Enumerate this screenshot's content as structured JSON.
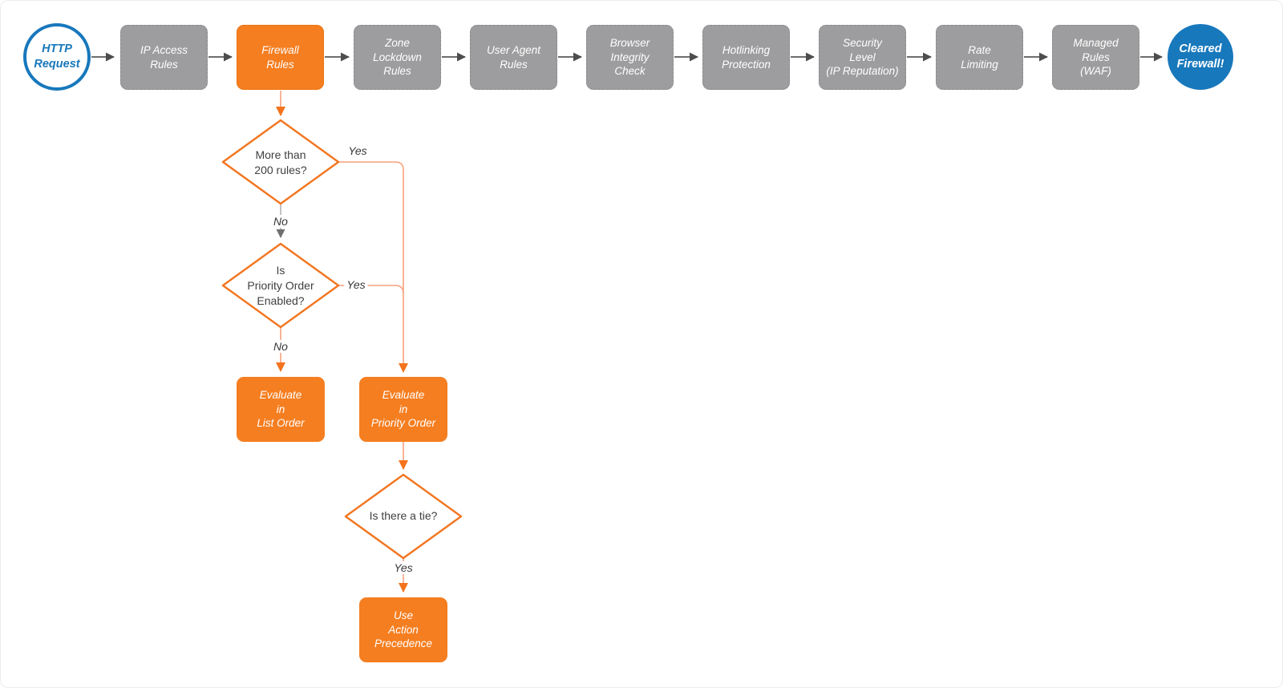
{
  "diagram": {
    "start": {
      "label": "HTTP\nRequest"
    },
    "end": {
      "label": "Cleared\nFirewall!"
    },
    "stages": [
      {
        "label": "IP Access\nRules"
      },
      {
        "label": "Firewall\nRules"
      },
      {
        "label": "Zone\nLockdown\nRules"
      },
      {
        "label": "User Agent\nRules"
      },
      {
        "label": "Browser\nIntegrity\nCheck"
      },
      {
        "label": "Hotlinking\nProtection"
      },
      {
        "label": "Security\nLevel\n(IP Reputation)"
      },
      {
        "label": "Rate\nLimiting"
      },
      {
        "label": "Managed\nRules\n(WAF)"
      }
    ],
    "decisions": [
      {
        "label": "More than\n200 rules?"
      },
      {
        "label": "Is\nPriority Order\nEnabled?"
      },
      {
        "label": "Is there a tie?"
      }
    ],
    "processes": [
      {
        "label": "Evaluate\nin\nList Order"
      },
      {
        "label": "Evaluate\nin\nPriority Order"
      },
      {
        "label": "Use\nAction\nPrecedence"
      }
    ],
    "edge_labels": {
      "d1_yes": "Yes",
      "d1_no": "No",
      "d2_yes": "Yes",
      "d2_no": "No",
      "d3_yes": "Yes"
    },
    "colors": {
      "accent_orange": "#f57e20",
      "accent_blue": "#1878bc",
      "stage_gray": "#9d9d9f",
      "connector_orange": "#f7a17e",
      "connector_gray": "#57585a",
      "diamond_stroke": "#f2751f"
    }
  }
}
